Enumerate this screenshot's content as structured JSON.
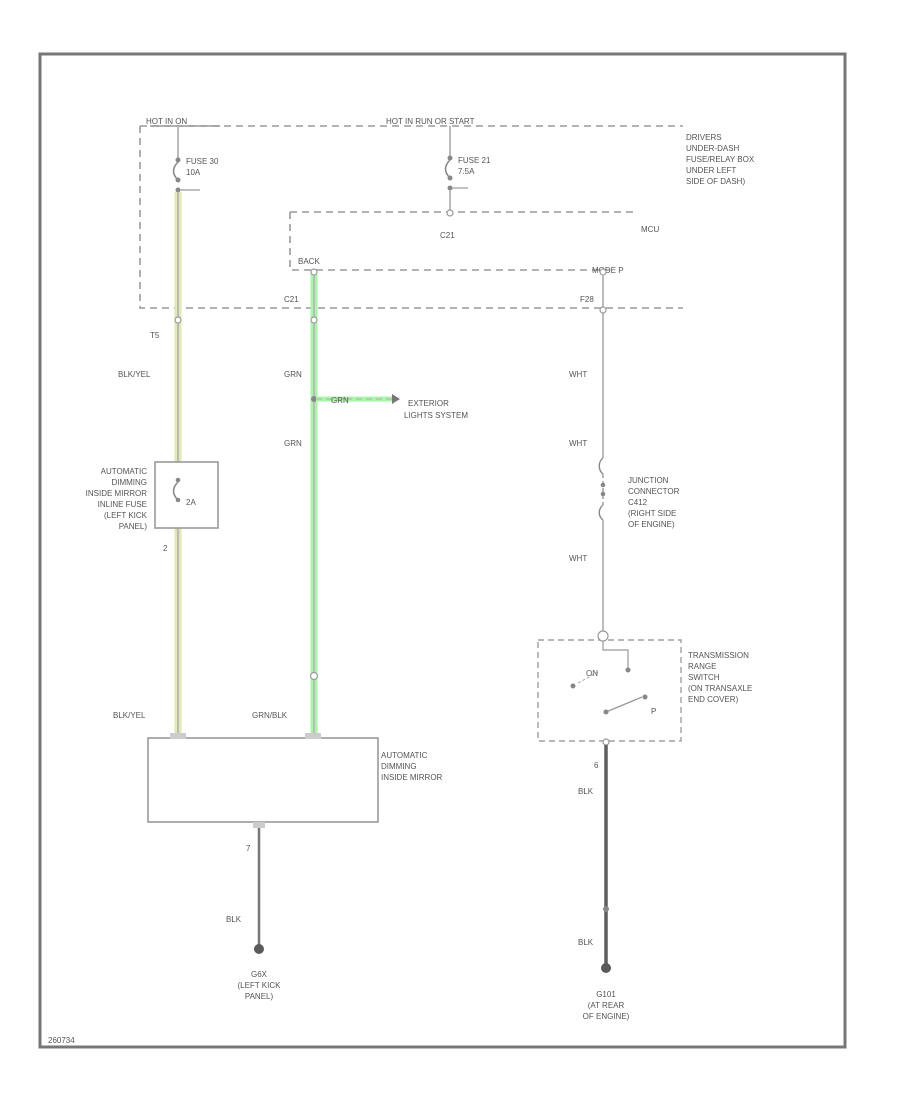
{
  "diagram": {
    "hot_in_on": "HOT IN ON",
    "hot_in_run_or_start": "HOT IN RUN OR START",
    "fuse_30": [
      "FUSE 30",
      "10A"
    ],
    "fuse_21": [
      "FUSE 21",
      "7.5A"
    ],
    "drivers_box": [
      "DRIVERS",
      "UNDER-DASH",
      "FUSE/RELAY BOX",
      "UNDER LEFT",
      "SIDE OF DASH)"
    ],
    "mcu": "MCU",
    "c_top": "C21",
    "back": "BACK",
    "mode_p": "MODE P",
    "t5": "T5",
    "c_left": "C21",
    "c_right": "F28",
    "blk_yel_1": "BLK/YEL",
    "grn_1": "GRN",
    "grn_branch": "GRN",
    "exterior": [
      "EXTERIOR",
      "LIGHTS SYSTEM"
    ],
    "grn_2": "GRN",
    "wht_1": "WHT",
    "wht_2": "WHT",
    "inline_fuse": [
      "AUTOMATIC",
      "DIMMING",
      "INSIDE MIRROR",
      "INLINE FUSE",
      "(LEFT KICK",
      "PANEL)"
    ],
    "inline_fuse_rating": "2A",
    "pin_left": "2",
    "junction": [
      "JUNCTION",
      "CONNECTOR",
      "C412",
      "(RIGHT SIDE",
      "OF ENGINE)"
    ],
    "wht_3": "WHT",
    "blk_yel_2": "BLK/YEL",
    "grn_blk": "GRN/BLK",
    "mirror": [
      "AUTOMATIC",
      "DIMMING",
      "INSIDE MIRROR"
    ],
    "trs": [
      "TRANSMISSION",
      "RANGE",
      "SWITCH",
      "(ON TRANSAXLE",
      "END COVER)"
    ],
    "sw_on": "ON",
    "sw_p": "P",
    "pin_7": "7",
    "blk_1": "BLK",
    "ground_left": [
      "G6X",
      "(LEFT KICK",
      "PANEL)"
    ],
    "pin_6": "6",
    "blk_2": "BLK",
    "blk_3": "BLK",
    "ground_right": [
      "G101",
      "(AT REAR",
      "OF ENGINE)"
    ],
    "ref": "260734"
  },
  "colors": {
    "frame": "#777777",
    "highlight_green": "#9cf59c",
    "highlight_yellow": "#dfe4a9"
  }
}
